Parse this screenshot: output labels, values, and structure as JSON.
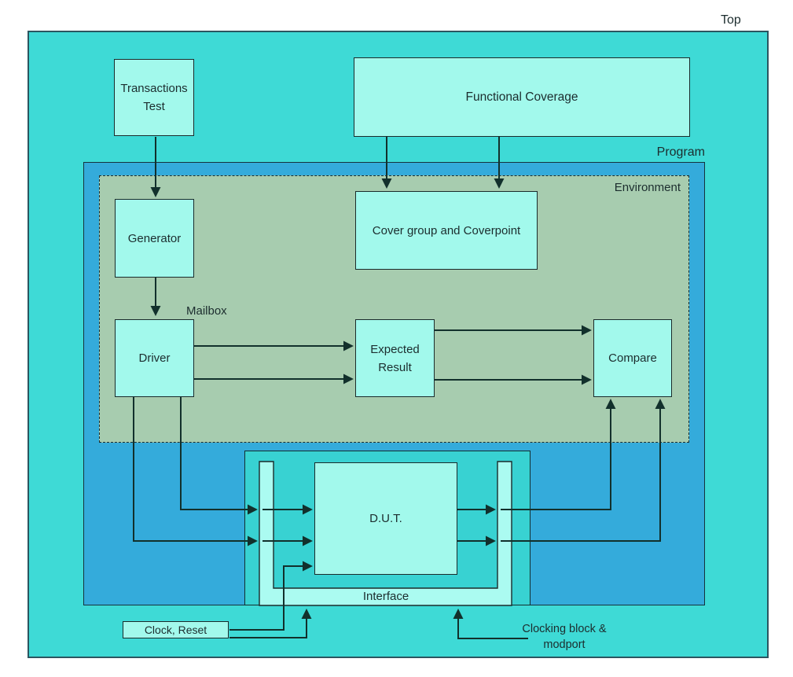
{
  "labels": {
    "top": "Top",
    "program": "Program",
    "environment": "Environment",
    "mailbox": "Mailbox",
    "interface": "Interface",
    "clocking": "Clocking block &\nmodport"
  },
  "nodes": {
    "transactions_test": "Transactions\nTest",
    "functional_coverage": "Functional Coverage",
    "generator": "Generator",
    "cover_group": "Cover group and Coverpoint",
    "driver": "Driver",
    "expected_result": "Expected\nResult",
    "compare": "Compare",
    "dut": "D.U.T.",
    "clock_reset": "Clock, Reset"
  },
  "colors": {
    "top_fill": "#3edad6",
    "program_fill": "#34abdb",
    "environment_fill": "#a7ccaf",
    "container_fill": "#38d2d2",
    "node_fill": "#a2f9ec",
    "interface_fill": "#abfbf1",
    "line": "#12302c"
  }
}
